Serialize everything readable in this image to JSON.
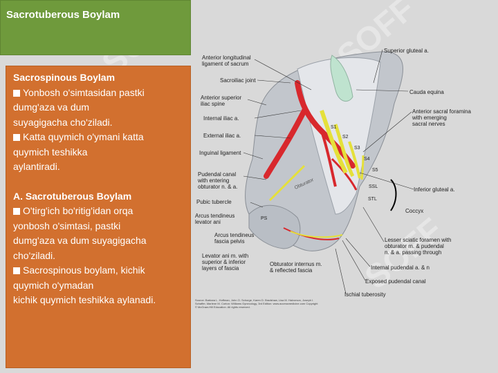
{
  "title": "Sacrotuberous Boylam",
  "content": {
    "heading1": "Sacrospinous Boylam",
    "b1_lines": [
      "Yonbosh o'simtasidan pastki",
      "dumg'aza va dum",
      "suyagigacha cho'ziladi."
    ],
    "b2_lines": [
      "Katta quymich o'ymani katta",
      "quymich teshikka",
      "aylantiradi."
    ],
    "heading2": "A. Sacrotuberous Boylam",
    "b3_lines": [
      "O'tirg'ich bo'ritig'idan orqa",
      "yonbosh o'simtasi, pastki",
      "dumg'aza va dum suyagigacha",
      "cho'ziladi."
    ],
    "b4_lines": [
      "Sacrospinous boylam, kichik",
      "quymich o'ymadan",
      "kichik quymich teshikka aylanadi."
    ]
  },
  "figure_labels": {
    "anterior_longitudinal": [
      "Anterior longitudinal",
      "ligament of sacrum"
    ],
    "sacroiliac_joint": "Sacroiliac joint",
    "anterior_superior_iliac": [
      "Anterior superior",
      "iliac spine"
    ],
    "internal_iliac": "Internal iliac a.",
    "external_iliac": "External iliac a.",
    "inguinal_ligament": "Inguinal ligament",
    "pudendal_canal": [
      "Pudendal canal",
      "with entering",
      "obturator n. & a."
    ],
    "pubic_tubercle": "Pubic tubercle",
    "arcus_levator": [
      "Arcus tendineus",
      "levator ani"
    ],
    "arcus_fascia": [
      "Arcus tendineus",
      "fascia pelvis"
    ],
    "levator_ani": [
      "Levator ani m. with",
      "superior & inferior",
      "layers of fascia"
    ],
    "obturator_internus": [
      "Obturator internus m.",
      "& reflected fascia"
    ],
    "ischial_tuberosity": "Ischial tuberosity",
    "exposed_pudendal": "Exposed pudendal canal",
    "internal_pudendal": "Internal pudendal a. & n",
    "lesser_sciatic": [
      "Lesser sciatic foramen with",
      "obturator m. & pudendal",
      "n. & a. passing through"
    ],
    "coccyx": "Coccyx",
    "inferior_gluteal": "Inferior gluteal a.",
    "anterior_sacral_foramina": [
      "Anterior sacral foramina",
      "with emerging",
      "sacral nerves"
    ],
    "cauda_equina": "Cauda equina",
    "superior_gluteal": "Superior gluteal a.",
    "s1": "S1",
    "s2": "S2",
    "s3": "S3",
    "s4": "S4",
    "s5": "S5",
    "obturator": "Obturator",
    "ssl": "SSL",
    "stl": "STL",
    "ps": "PS"
  },
  "source_text": "Source: Barbara L. Hoffman, John O. Schorge, Karen D. Bradshaw, Lisa M. Halvorson, Joseph I. Schaffer, Marlene M. Corton: Williams Gynecology, 3rd Edition: www.accessmedicine.com Copyright © McGraw-Hill Education. All rights reserved.",
  "watermark": "SOFF",
  "colors": {
    "title_bg": "#6f9a3c",
    "content_bg": "#d2702f",
    "artery": "#d8282d",
    "nerve": "#e5e03a"
  }
}
